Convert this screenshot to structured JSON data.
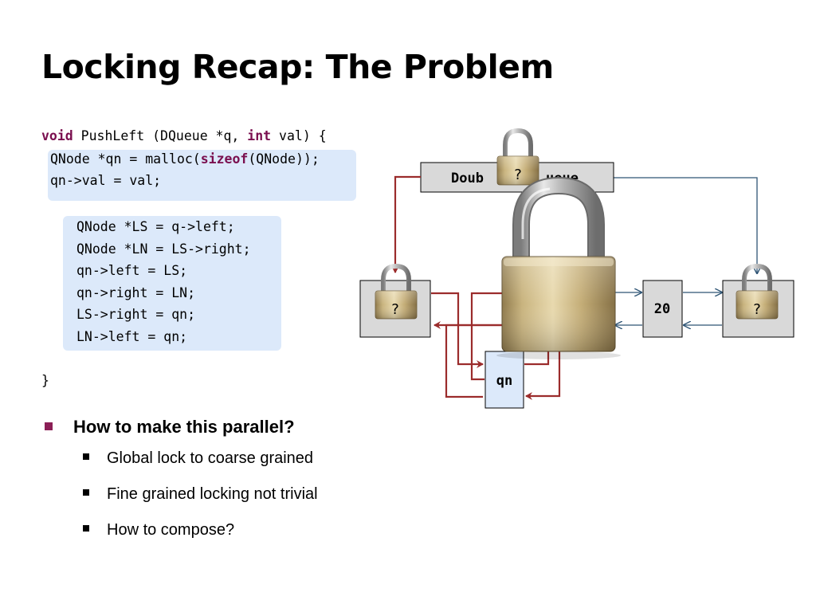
{
  "slide": {
    "title": "Locking Recap: The Problem"
  },
  "code": {
    "lines": [
      "void PushLeft (DQueue *q, int val) {",
      "QNode *qn = malloc(sizeof(QNode));",
      "qn->val = val;",
      "QNode *LS = q->left;",
      "QNode *LN = LS->right;",
      "qn->left = LS;",
      "qn->right = LN;",
      "LS->right = qn;",
      "LN->left = qn;",
      "}"
    ],
    "keywords": [
      "void",
      "int",
      "sizeof"
    ]
  },
  "bullets": {
    "main": "How to make this parallel?",
    "sub": [
      "Global lock to coarse grained",
      "Fine grained locking not trivial",
      "How to compose?"
    ]
  },
  "diagram": {
    "header_label": "DoubleQueue",
    "header_visible_left": "Doub",
    "header_visible_right": "ueue",
    "left_node_label": "?",
    "value_node_label": "20",
    "right_node_label": "?",
    "new_node_label": "qn",
    "header_lock_label": "?",
    "left_lock_label": "?",
    "right_lock_label": "?",
    "arrow_color_red": "#9b2c2c",
    "arrow_color_blue": "#2f5575"
  },
  "colors": {
    "highlight_bg": "#dce9fa",
    "keyword": "#7a0f4f",
    "bullet_main": "#8b1f56",
    "node_gray": "#d9d9d9",
    "node_blue": "#dce9fa"
  }
}
